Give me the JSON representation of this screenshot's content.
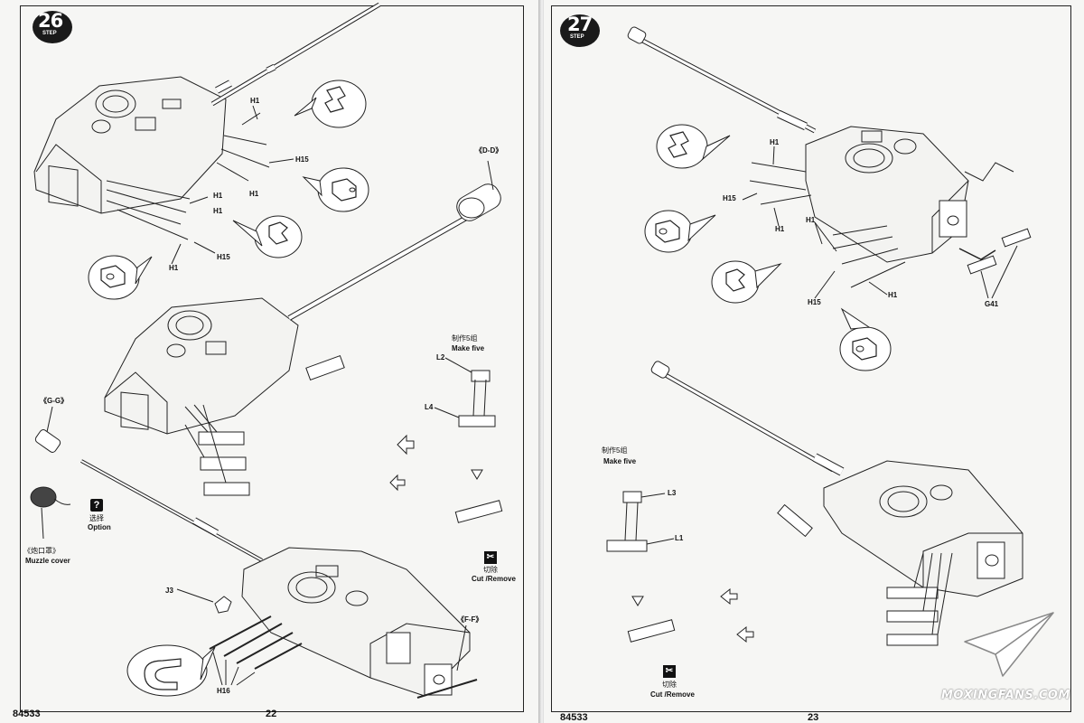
{
  "left_page": {
    "step": {
      "number": "26",
      "label": "STEP"
    },
    "page_number": "22",
    "catalog_number": "84533",
    "upper_callouts": {
      "h1_a": "H1",
      "h15_a": "H15",
      "h1_b": "H1",
      "h1_c": "H1",
      "h1_d": "H1",
      "h15_b": "H15",
      "h1_e": "H1"
    },
    "section_dd": "《D-D》",
    "make_five": {
      "cn": "制作5组",
      "en": "Make five"
    },
    "track_parts": {
      "l2": "L2",
      "l4": "L4"
    },
    "section_gg": "《G-G》",
    "option": {
      "icon": "question-icon",
      "cn": "选择",
      "en": "Option"
    },
    "muzzle_cover": {
      "cn": "《炮口罩》",
      "en": "Muzzle cover"
    },
    "cut_remove": {
      "icon": "cut-icon",
      "cn": "切除",
      "en": "Cut /Remove"
    },
    "lower_callouts": {
      "j3": "J3",
      "h16": "H16",
      "section_ff": "《F-F》"
    }
  },
  "right_page": {
    "step": {
      "number": "27",
      "label": "STEP"
    },
    "page_number": "23",
    "catalog_number": "84533",
    "upper_callouts": {
      "h1_a": "H1",
      "h15_a": "H15",
      "h1_b": "H1",
      "h1_c": "H1",
      "h15_b": "H15",
      "h1_d": "H1",
      "g41": "G41"
    },
    "make_five": {
      "cn": "制作5组",
      "en": "Make five"
    },
    "track_parts": {
      "l3": "L3",
      "l1": "L1"
    },
    "cut_remove": {
      "icon": "cut-icon",
      "cn": "切除",
      "en": "Cut /Remove"
    }
  },
  "watermark": {
    "text": "MOXINGFANS.COM",
    "icon": "paper-plane-icon"
  },
  "colors": {
    "ink": "#111111",
    "paper": "#f6f6f4",
    "step_badge": "#1a1a1a"
  }
}
